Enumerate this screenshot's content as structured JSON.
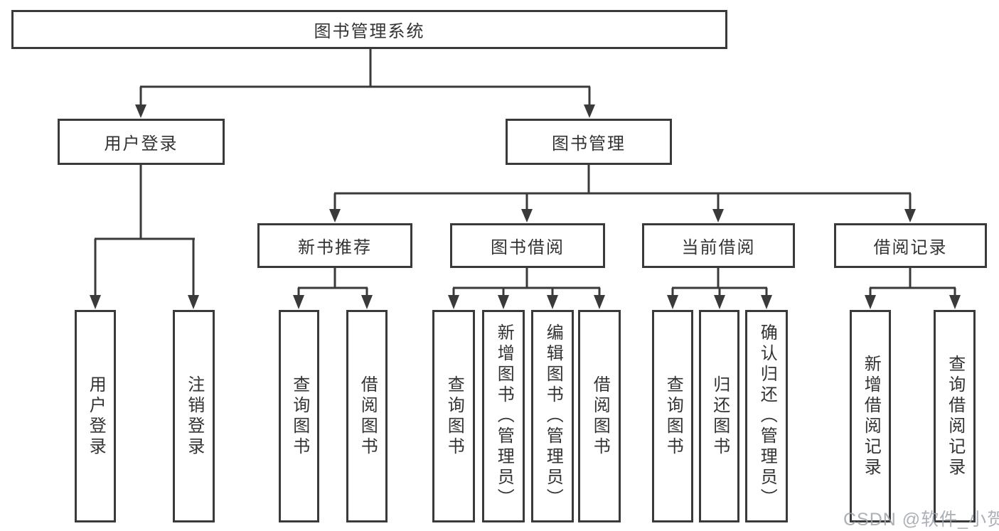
{
  "diagram": {
    "type": "hierarchy-tree",
    "title": "图书管理系统"
  },
  "tree": {
    "root": {
      "label": "图书管理系统",
      "children": [
        {
          "label": "用户登录",
          "children": [
            {
              "label": "用户登录"
            },
            {
              "label": "注销登录"
            }
          ]
        },
        {
          "label": "图书管理",
          "children": [
            {
              "label": "新书推荐",
              "children": [
                {
                  "label": "查询图书"
                },
                {
                  "label": "借阅图书"
                }
              ]
            },
            {
              "label": "图书借阅",
              "children": [
                {
                  "label": "查询图书"
                },
                {
                  "label": "新增图书（管理员）"
                },
                {
                  "label": "编辑图书（管理员）"
                },
                {
                  "label": "借阅图书"
                }
              ]
            },
            {
              "label": "当前借阅",
              "children": [
                {
                  "label": "查询图书"
                },
                {
                  "label": "归还图书"
                },
                {
                  "label": "确认归还（管理员）"
                }
              ]
            },
            {
              "label": "借阅记录",
              "children": [
                {
                  "label": "新增借阅记录"
                },
                {
                  "label": "查询借阅记录"
                }
              ]
            }
          ]
        }
      ]
    }
  },
  "watermark": "CSDN @软件_小贺同学",
  "colors": {
    "line": "#3a3a3a",
    "border": "#3a3a3a",
    "text": "#333333",
    "background": "#ffffff",
    "watermark": "#9ea3aa"
  }
}
